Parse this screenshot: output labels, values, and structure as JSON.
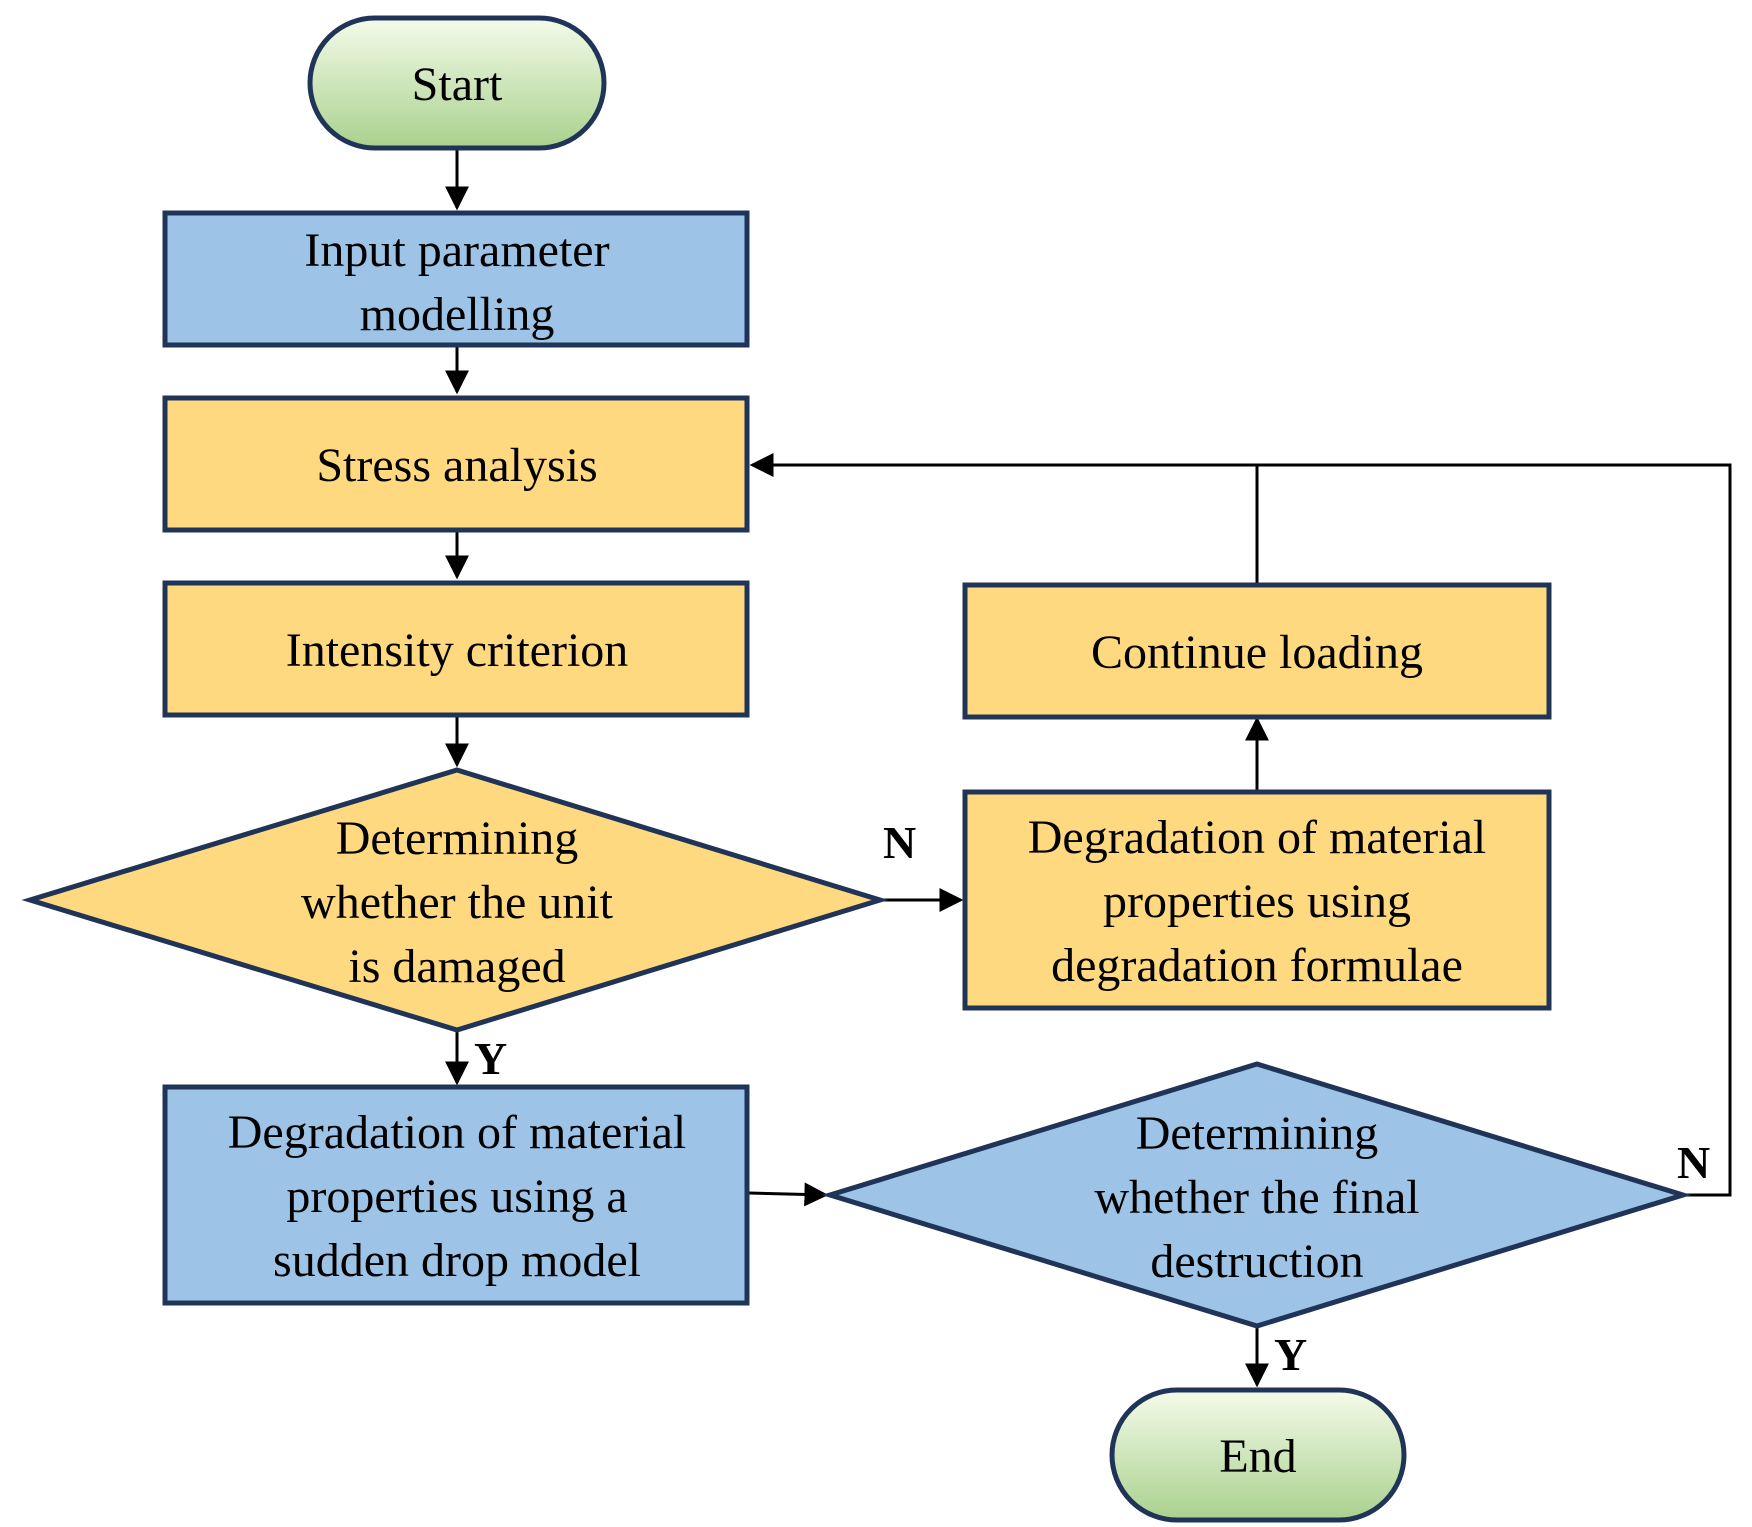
{
  "colors": {
    "start_end_fill_top": "#f4fbe9",
    "start_end_fill_bottom": "#a9d18e",
    "blue_fill": "#9dc3e6",
    "yellow_fill": "#ffd980",
    "border": "#1f3457",
    "line": "#000000"
  },
  "nodes": {
    "start": {
      "lines": [
        "Start"
      ]
    },
    "input": {
      "lines": [
        "Input parameter",
        "modelling"
      ]
    },
    "stress": {
      "lines": [
        "Stress analysis"
      ]
    },
    "intensity": {
      "lines": [
        "Intensity criterion"
      ]
    },
    "decision_damage": {
      "lines": [
        "Determining",
        "whether the unit",
        "is damaged"
      ]
    },
    "degradation_formulae": {
      "lines": [
        "Degradation of material",
        "properties using",
        "degradation formulae"
      ]
    },
    "continue": {
      "lines": [
        "Continue loading"
      ]
    },
    "degradation_sudden": {
      "lines": [
        "Degradation of material",
        "properties using a",
        "sudden drop model"
      ]
    },
    "decision_final": {
      "lines": [
        "Determining",
        "whether the final",
        "destruction"
      ]
    },
    "end": {
      "lines": [
        "End"
      ]
    }
  },
  "edge_labels": {
    "damage_no": "N",
    "damage_yes": "Y",
    "final_no": "N",
    "final_yes": "Y"
  }
}
